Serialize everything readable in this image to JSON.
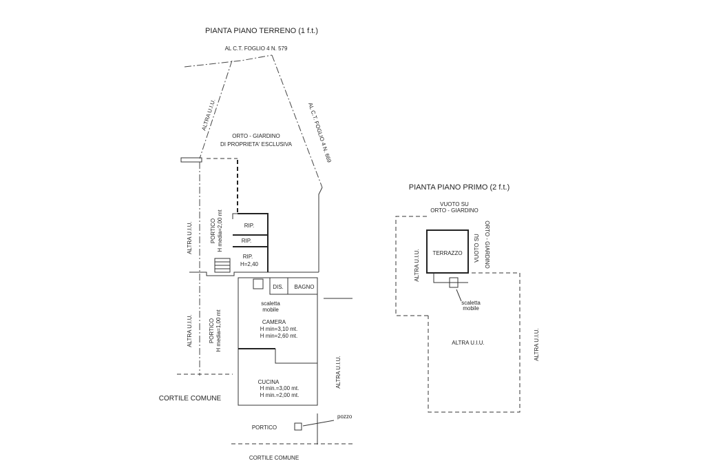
{
  "ground_floor": {
    "title": "PIANTA PIANO TERRENO (1 f.t.)",
    "labels": {
      "top_parcel": "AL C.T. FOGLIO 4 N. 579",
      "left_other": "ALTRA U.I.U.",
      "right_parcel": "AL C.T. FOGLIO 4 N. 669",
      "garden": "ORTO - GIARDINO",
      "garden_owner": "DI PROPRIETA' ESCLUSIVA",
      "portico_top": "PORTICO",
      "portico_top_h": "H media=2,00 mt",
      "rip1": "RIP.",
      "rip2": "RIP.",
      "rip3": "RIP.",
      "rip3_h": "H=2,40",
      "dis": "DIS.",
      "bagno": "BAGNO",
      "scaletta": "scaletta",
      "scaletta_2": "mobile",
      "camera": "CAMERA",
      "camera_h1": "H min=3,10 mt.",
      "camera_h2": "H min=2,60 mt.",
      "left_other_2": "ALTRA U.I.U.",
      "portico_mid": "PORTICO",
      "portico_mid_h": "H media=1,00 mt",
      "cucina": "CUCINA",
      "cucina_h1": "H min.=3,00 mt.",
      "cucina_h2": "H min.=2,00 mt.",
      "cortile_left": "CORTILE COMUNE",
      "right_other": "ALTRA U.I.U.",
      "portico_bottom": "PORTICO",
      "pozzo": "pozzo",
      "cortile_bottom": "CORTILE COMUNE"
    }
  },
  "first_floor": {
    "title": "PIANTA PIANO PRIMO (2 f.t.)",
    "labels": {
      "void_top": "VUOTO SU",
      "void_top_2": "ORTO - GIARDINO",
      "terrazzo": "TERRAZZO",
      "left_other": "ALTRA U.I.U.",
      "void_right": "VUOTO SU",
      "void_right_2": "ORTO - GIARDINO",
      "scaletta": "scaletta",
      "scaletta_2": "mobile",
      "center_other": "ALTRA U.I.U.",
      "right_other": "ALTRA U.I.U."
    }
  }
}
